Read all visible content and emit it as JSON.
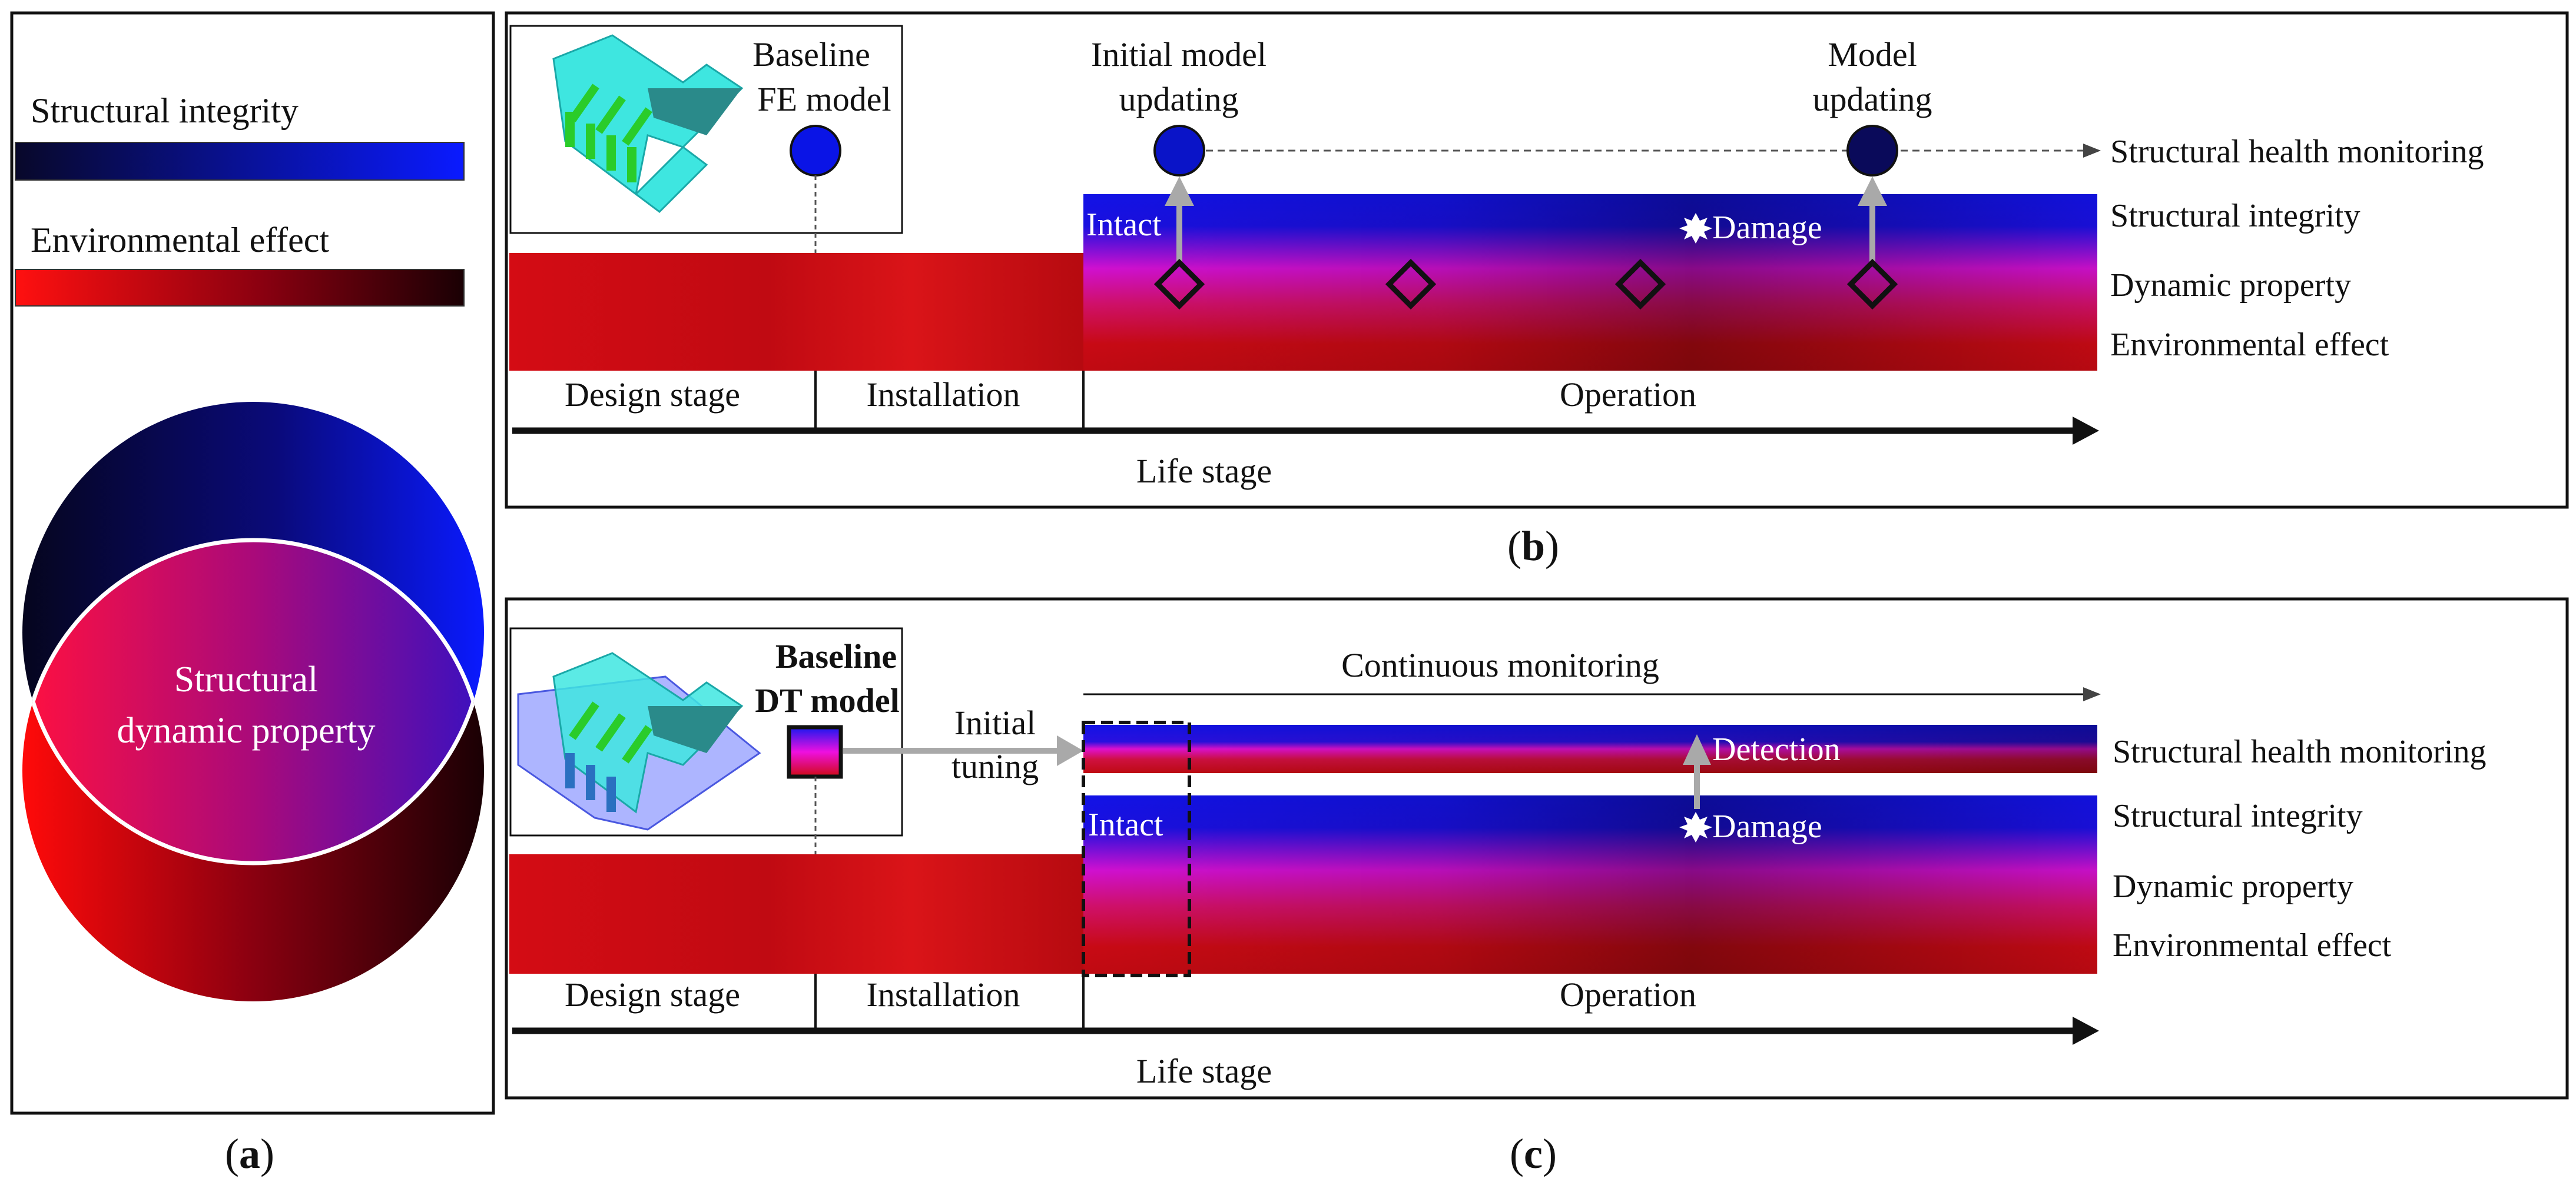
{
  "colors": {
    "integrity_dark": "#08082a",
    "integrity_bright": "#0a1aff",
    "environment_bright": "#ff1010",
    "environment_dark": "#1a0004",
    "dynamic_magenta": "#d010d0",
    "design_red": "#d40c14",
    "arrow_gray": "#a9a9a9",
    "node_blue": "#0a14e6",
    "node_navy": "#0a0a5a"
  },
  "panel_a": {
    "label_letter": "a",
    "integrity_legend": "Structural integrity",
    "environment_legend": "Environmental effect",
    "venn_label_line1": "Structural",
    "venn_label_line2": "dynamic property"
  },
  "panel_b": {
    "label_letter": "b",
    "baseline_line1": "Baseline",
    "baseline_line2": "FE model",
    "initial_update_line1": "Initial model",
    "initial_update_line2": "updating",
    "update_line1": "Model",
    "update_line2": "updating",
    "shm": "Structural health monitoring",
    "structural_integrity": "Structural integrity",
    "dynamic_property": "Dynamic property",
    "environmental_effect": "Environmental effect",
    "intact": "Intact",
    "damage": "Damage",
    "design_stage": "Design stage",
    "installation": "Installation",
    "operation": "Operation",
    "life_stage": "Life stage"
  },
  "panel_c": {
    "label_letter": "c",
    "baseline_line1": "Baseline",
    "baseline_line2": "DT model",
    "initial_line1": "Initial",
    "initial_line2": "tuning",
    "continuous": "Continuous monitoring",
    "detection": "Detection",
    "shm": "Structural health monitoring",
    "structural_integrity": "Structural integrity",
    "dynamic_property": "Dynamic property",
    "environmental_effect": "Environmental effect",
    "intact": "Intact",
    "damage": "Damage",
    "design_stage": "Design stage",
    "installation": "Installation",
    "operation": "Operation",
    "life_stage": "Life stage"
  }
}
